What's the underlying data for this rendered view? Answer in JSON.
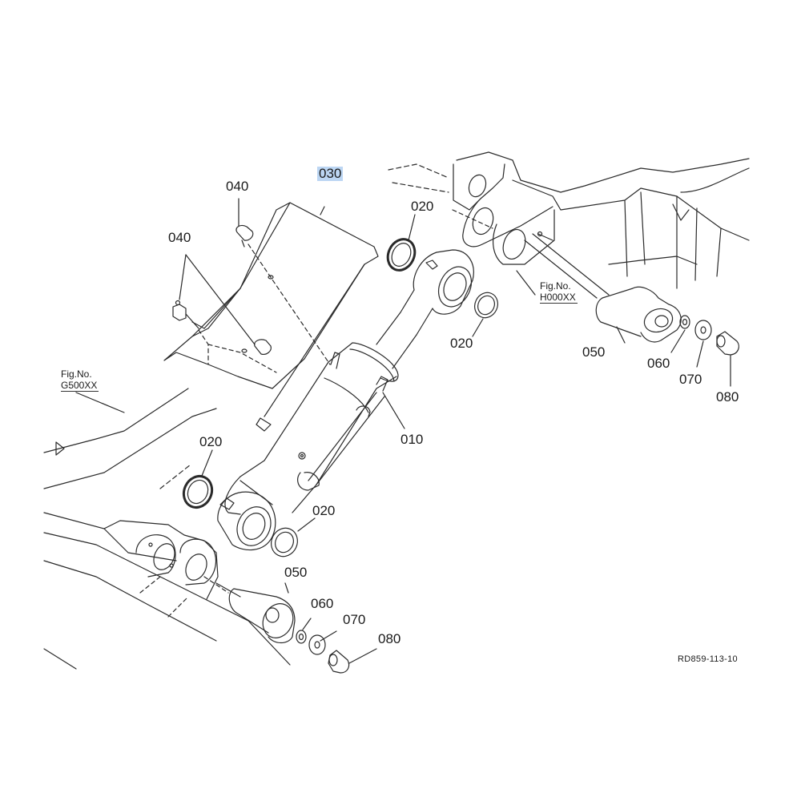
{
  "diagram": {
    "highlight_color": "#bcd6f3",
    "line_color": "#2a2a2a",
    "labels": {
      "cover": "030",
      "bolt_top": "040",
      "bolt_side": "040",
      "oring_top": "020",
      "bushing_top": "020",
      "oring_left": "020",
      "bushing_bottom": "020",
      "cylinder": "010",
      "pin_right": "050",
      "washer_small_right": "060",
      "washer_right": "070",
      "bolt_right": "080",
      "pin_bottom": "050",
      "washer_small_bottom": "060",
      "washer_bottom": "070",
      "bolt_bottom": "080"
    },
    "fig_refs": {
      "left": {
        "prefix": "Fig.No.",
        "code": "G500XX"
      },
      "right": {
        "prefix": "Fig.No.",
        "code": "H000XX"
      }
    },
    "reference_code": "RD859-113-10"
  }
}
